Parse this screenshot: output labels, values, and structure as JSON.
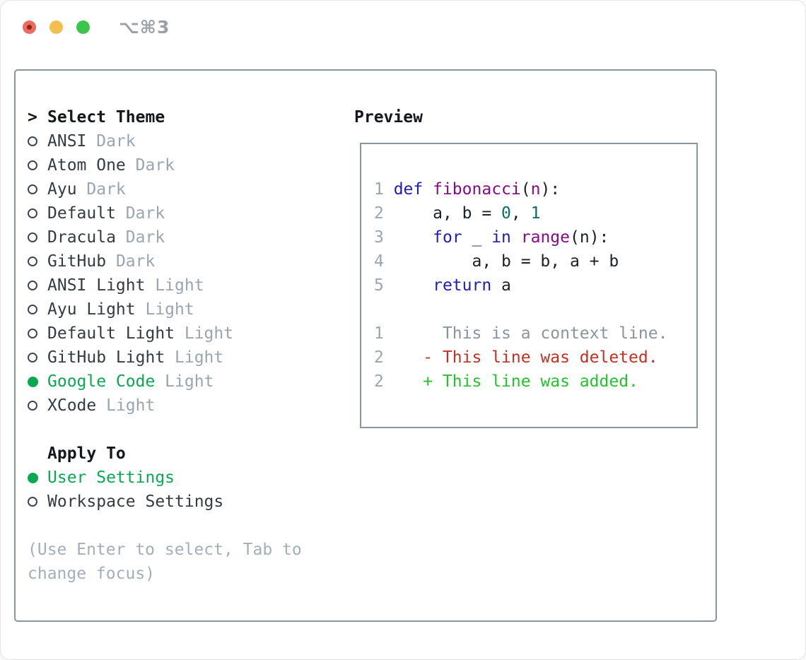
{
  "window": {
    "hotkey": "⌥⌘3"
  },
  "colors": {
    "selected-green": "#0aa850",
    "diff-red": "#c4301f",
    "diff-green": "#22c42a",
    "code-keyword": "#1e1eb4",
    "code-function": "#870a87",
    "code-number": "#0a6e66",
    "panel-border": "#8b95a1",
    "traffic-red": "#ec6a5e",
    "traffic-yellow": "#f4bf4f",
    "traffic-green": "#3bc649"
  },
  "theme_panel": {
    "title_prefix": ">",
    "title": "Select Theme",
    "themes": [
      {
        "name": "ANSI",
        "variant": "Dark",
        "selected": false
      },
      {
        "name": "Atom One",
        "variant": "Dark",
        "selected": false
      },
      {
        "name": "Ayu",
        "variant": "Dark",
        "selected": false
      },
      {
        "name": "Default",
        "variant": "Dark",
        "selected": false
      },
      {
        "name": "Dracula",
        "variant": "Dark",
        "selected": false
      },
      {
        "name": "GitHub",
        "variant": "Dark",
        "selected": false
      },
      {
        "name": "ANSI Light",
        "variant": "Light",
        "selected": false
      },
      {
        "name": "Ayu Light",
        "variant": "Light",
        "selected": false
      },
      {
        "name": "Default Light",
        "variant": "Light",
        "selected": false
      },
      {
        "name": "GitHub Light",
        "variant": "Light",
        "selected": false
      },
      {
        "name": "Google Code",
        "variant": "Light",
        "selected": true
      },
      {
        "name": "XCode",
        "variant": "Light",
        "selected": false
      }
    ],
    "apply_to": {
      "title": "Apply To",
      "options": [
        {
          "name": "User Settings",
          "selected": true
        },
        {
          "name": "Workspace Settings",
          "selected": false
        }
      ]
    },
    "hint": "(Use Enter to select, Tab to change focus)"
  },
  "preview": {
    "title": "Preview",
    "code_lines": [
      {
        "num": "1",
        "tokens": [
          [
            "kw",
            "def"
          ],
          [
            "pl",
            " "
          ],
          [
            "fn",
            "fibonacci"
          ],
          [
            "pl",
            "("
          ],
          [
            "fn",
            "n"
          ],
          [
            "pl",
            "):"
          ]
        ]
      },
      {
        "num": "2",
        "tokens": [
          [
            "pl",
            "    a, b = "
          ],
          [
            "nm",
            "0"
          ],
          [
            "pl",
            ", "
          ],
          [
            "nm",
            "1"
          ]
        ]
      },
      {
        "num": "3",
        "tokens": [
          [
            "pl",
            "    "
          ],
          [
            "kw",
            "for"
          ],
          [
            "pl",
            " _ "
          ],
          [
            "kw",
            "in"
          ],
          [
            "pl",
            " "
          ],
          [
            "fn",
            "range"
          ],
          [
            "pl",
            "(n):"
          ]
        ]
      },
      {
        "num": "4",
        "tokens": [
          [
            "pl",
            "        a, b = b, a + b"
          ]
        ]
      },
      {
        "num": "5",
        "tokens": [
          [
            "pl",
            "    "
          ],
          [
            "kw",
            "return"
          ],
          [
            "pl",
            " a"
          ]
        ]
      }
    ],
    "diff_lines": [
      {
        "num": "1",
        "marker": " ",
        "text": "This is a context line.",
        "type": "context"
      },
      {
        "num": "2",
        "marker": "-",
        "text": "This line was deleted.",
        "type": "deleted"
      },
      {
        "num": "2",
        "marker": "+",
        "text": "This line was added.",
        "type": "added"
      }
    ]
  }
}
